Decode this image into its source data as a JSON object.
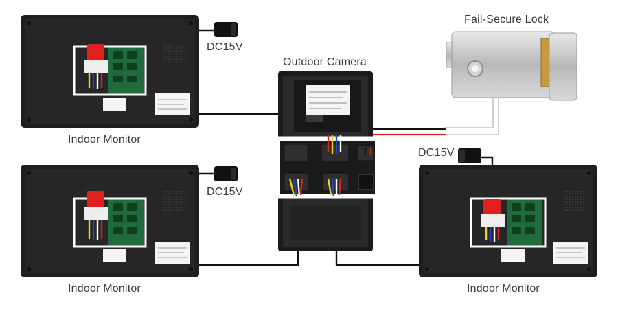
{
  "labels": {
    "indoor_monitor_1": "Indoor Monitor",
    "indoor_monitor_2": "Indoor Monitor",
    "indoor_monitor_3": "Indoor Monitor",
    "outdoor_camera": "Outdoor Camera",
    "lock": "Fail-Secure Lock",
    "dc_1": "DC15V",
    "dc_2": "DC15V",
    "dc_3": "DC15V"
  },
  "colors": {
    "device_body": "#1e1e1e",
    "pcb": "#1f6b3a",
    "wire": "#111111",
    "wire_red": "#e0201c",
    "wire_white": "#d8d8d8",
    "highlight_box": "#ffffff",
    "lock_metal": "#c8c8c8"
  }
}
